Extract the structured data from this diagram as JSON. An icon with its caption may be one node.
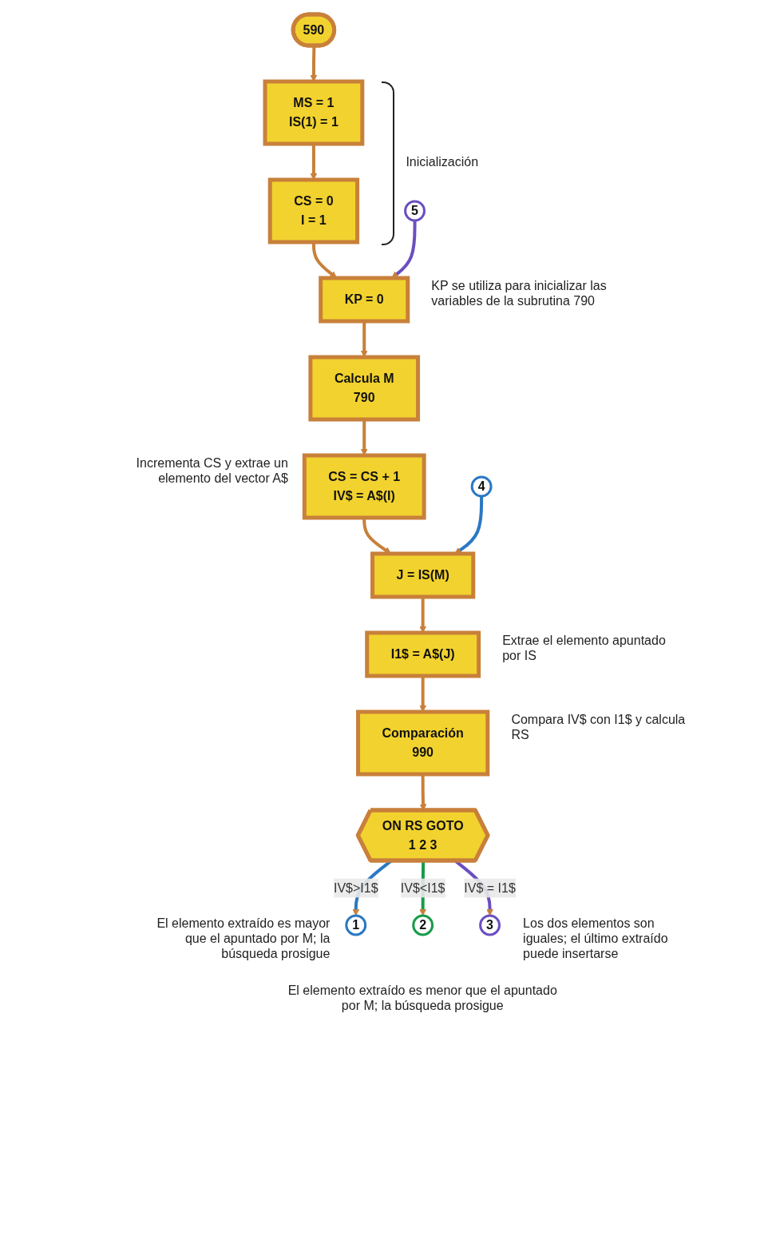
{
  "diagram": {
    "nodes": [
      {
        "text": [
          "590"
        ]
      },
      {
        "text": [
          "MS = 1",
          "IS(1) = 1"
        ]
      },
      {
        "text": [
          "CS = 0",
          "I = 1"
        ]
      },
      {
        "text": [
          "5"
        ]
      },
      {
        "text": [
          "KP = 0"
        ],
        "beside": [
          "KP se utiliza para inicializar las variables de la subrutina 790"
        ]
      },
      {
        "text": [
          "Calcula M",
          "790"
        ]
      },
      {
        "text": [
          "CS = CS + 1",
          "IV$ = A$(I)"
        ],
        "beside": [
          "Incrementa CS y extrae un elemento del vector A$"
        ]
      },
      {
        "text": [
          "4"
        ]
      },
      {
        "text": [
          "J = IS(M)"
        ]
      },
      {
        "text": [
          "I1$ = A$(J)"
        ],
        "beside": [
          "Extrae el elemento apuntado por IS"
        ]
      },
      {
        "text": [
          "Comparación",
          "990"
        ],
        "beside": [
          "Compara IV$ con I1$ y calcula RS"
        ]
      },
      {
        "text": [
          "ON RS GOTO",
          "1 2 3"
        ]
      },
      {
        "text": [
          "1"
        ],
        "beside": [
          "El elemento extraído es mayor que el apuntado por M; la búsqueda prosigue"
        ]
      },
      {
        "text": [
          "2"
        ],
        "beside": [
          "El elemento extraído es menor que el apuntado por M; la búsqueda prosigue"
        ]
      },
      {
        "text": [
          "3"
        ],
        "beside": [
          "Los dos elementos son iguales; el último extraído puede insertarse"
        ]
      }
    ],
    "edges": [
      {
        "from": 0,
        "to": 1,
        "arrow": "to"
      },
      {
        "from": 1,
        "to": 2,
        "arrow": "to"
      },
      {
        "from": 2,
        "to": 4,
        "arrow": "to"
      },
      {
        "from": 3,
        "to": 4,
        "arrow": "to",
        "color": "#6a4fc0"
      },
      {
        "from": 4,
        "to": 5,
        "arrow": "to"
      },
      {
        "from": 5,
        "to": 6,
        "arrow": "to"
      },
      {
        "from": 6,
        "to": 8,
        "arrow": "to"
      },
      {
        "from": 7,
        "to": 8,
        "arrow": "to",
        "color": "#2a78c2"
      },
      {
        "from": 8,
        "to": 9,
        "arrow": "to"
      },
      {
        "from": 9,
        "to": 10,
        "arrow": "to"
      },
      {
        "from": 10,
        "to": 11,
        "arrow": "to"
      },
      {
        "from": 11,
        "to": 12,
        "arrow": "to",
        "label": "IV$>I1$",
        "color": "#2a78c2"
      },
      {
        "from": 11,
        "to": 13,
        "arrow": "to",
        "label": "IV$<I1$",
        "color": "#1a9a4a"
      },
      {
        "from": 11,
        "to": 14,
        "arrow": "to",
        "label": "IV$ = I1$",
        "color": "#6a4fc0"
      }
    ],
    "labels": [
      "Inicialización"
    ]
  }
}
